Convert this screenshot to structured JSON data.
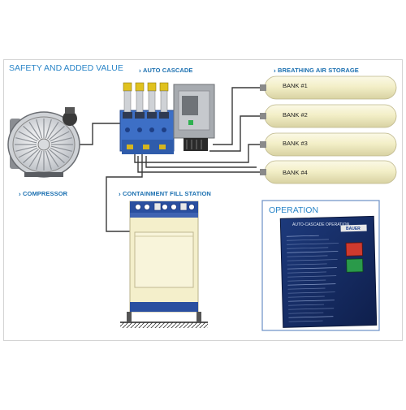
{
  "header": {
    "title": "SAFETY AND ADDED VALUE"
  },
  "labels": {
    "auto_cascade": "AUTO CASCADE",
    "breathing_air_storage": "BREATHING AIR STORAGE",
    "compressor": "COMPRESSOR",
    "containment_fill_station": "CONTAINMENT FILL STATION"
  },
  "banks": [
    {
      "label": "BANK #1"
    },
    {
      "label": "BANK #2"
    },
    {
      "label": "BANK #3"
    },
    {
      "label": "BANK #4"
    }
  ],
  "operation": {
    "title": "OPERATION",
    "panel_heading": "AUTO-CASCADE OPERATION",
    "brand": "BAUER"
  },
  "colors": {
    "accent": "#2b86c8",
    "label": "#1a6fb0",
    "cylinder": "#f3efc8",
    "panel": "#15295f",
    "fill_station_blue": "#2a4fa0"
  },
  "icons": {
    "marker": "chevron-right-icon"
  }
}
